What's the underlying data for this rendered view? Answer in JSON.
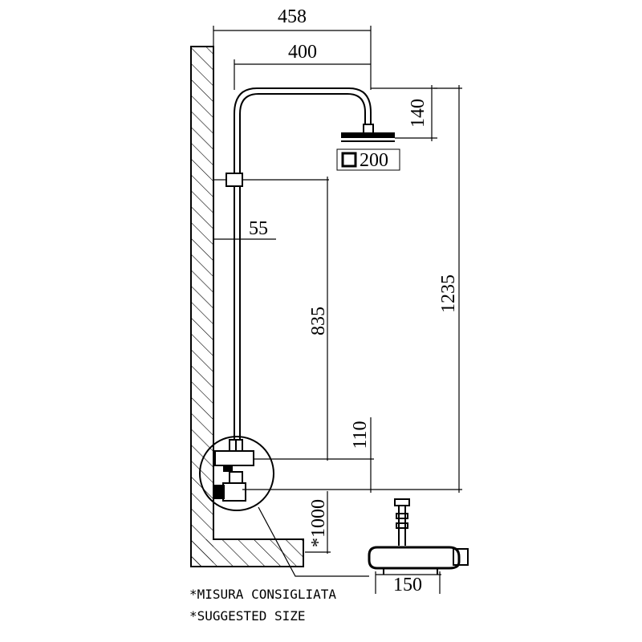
{
  "dimensions": {
    "total_width": "458",
    "arm_length": "400",
    "head_drop": "140",
    "head_size": "200",
    "wall_offset": "55",
    "holder_height": "835",
    "total_height": "1235",
    "valve_spacing": "110",
    "floor_height": "*1000",
    "mixer_width": "150"
  },
  "notes": {
    "line1": "*MISURA CONSIGLIATA",
    "line2": "*SUGGESTED SIZE"
  }
}
